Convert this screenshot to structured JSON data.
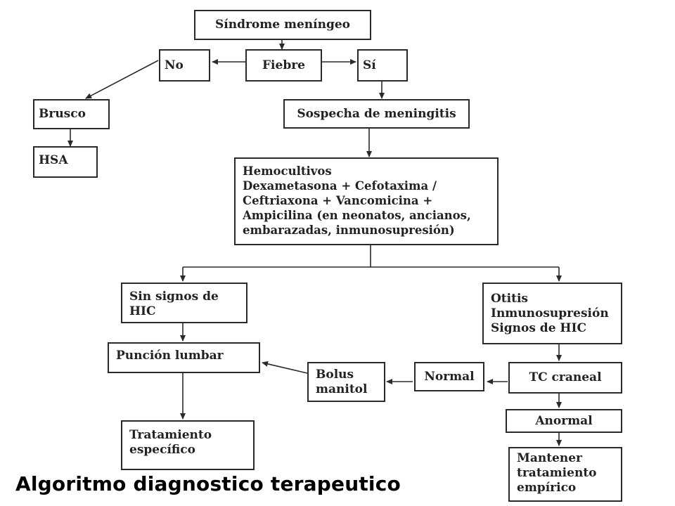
{
  "nodes": {
    "sindrome": "Síndrome meníngeo",
    "fiebre": "Fiebre",
    "no": "No",
    "si": "Sí",
    "brusco": "Brusco",
    "hsa": "HSA",
    "sospecha": "Sospecha de meningitis",
    "hemocultivos": "Hemocultivos\nDexametasona + Cefotaxima /\nCeftriaxona + Vancomicina +\nAmpicilina (en neonatos, ancianos,\nembarazadas, inmunosupresión)",
    "sin_signos": "Sin signos de\nHIC",
    "otitis": "Otitis\nInmunosupresión\nSignos de HIC",
    "puncion": "Punción lumbar",
    "bolus": "Bolus\nmanitol",
    "normal": "Normal",
    "tc": "TC craneal",
    "anormal": "Anormal",
    "tratamiento": "Tratamiento\nespecífico",
    "mantener": "Mantener\ntratamiento\nempírico"
  },
  "caption": "Algoritmo diagnostico terapeutico"
}
